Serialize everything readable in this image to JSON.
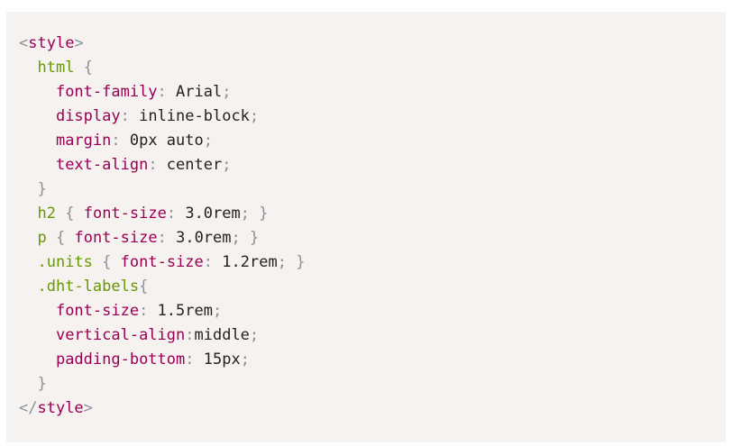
{
  "colors": {
    "page_background": "#ffffff",
    "code_background": "#f5f2f0",
    "tag": "#990055",
    "selector": "#669900",
    "property": "#990055",
    "punct": "#8a9199",
    "plain": "#222222"
  },
  "code": {
    "language": "css",
    "lines": [
      [
        {
          "t": "punct",
          "s": "<"
        },
        {
          "t": "tag",
          "s": "style"
        },
        {
          "t": "punct",
          "s": ">"
        }
      ],
      [
        {
          "t": "plain",
          "s": "  "
        },
        {
          "t": "selector",
          "s": "html"
        },
        {
          "t": "plain",
          "s": " "
        },
        {
          "t": "punct",
          "s": "{"
        }
      ],
      [
        {
          "t": "plain",
          "s": "    "
        },
        {
          "t": "property",
          "s": "font-family"
        },
        {
          "t": "punct",
          "s": ":"
        },
        {
          "t": "plain",
          "s": " Arial"
        },
        {
          "t": "punct",
          "s": ";"
        }
      ],
      [
        {
          "t": "plain",
          "s": "    "
        },
        {
          "t": "property",
          "s": "display"
        },
        {
          "t": "punct",
          "s": ":"
        },
        {
          "t": "plain",
          "s": " inline-block"
        },
        {
          "t": "punct",
          "s": ";"
        }
      ],
      [
        {
          "t": "plain",
          "s": "    "
        },
        {
          "t": "property",
          "s": "margin"
        },
        {
          "t": "punct",
          "s": ":"
        },
        {
          "t": "plain",
          "s": " 0px auto"
        },
        {
          "t": "punct",
          "s": ";"
        }
      ],
      [
        {
          "t": "plain",
          "s": "    "
        },
        {
          "t": "property",
          "s": "text-align"
        },
        {
          "t": "punct",
          "s": ":"
        },
        {
          "t": "plain",
          "s": " center"
        },
        {
          "t": "punct",
          "s": ";"
        }
      ],
      [
        {
          "t": "plain",
          "s": "  "
        },
        {
          "t": "punct",
          "s": "}"
        }
      ],
      [
        {
          "t": "plain",
          "s": "  "
        },
        {
          "t": "selector",
          "s": "h2"
        },
        {
          "t": "plain",
          "s": " "
        },
        {
          "t": "punct",
          "s": "{"
        },
        {
          "t": "plain",
          "s": " "
        },
        {
          "t": "property",
          "s": "font-size"
        },
        {
          "t": "punct",
          "s": ":"
        },
        {
          "t": "plain",
          "s": " 3.0rem"
        },
        {
          "t": "punct",
          "s": ";"
        },
        {
          "t": "plain",
          "s": " "
        },
        {
          "t": "punct",
          "s": "}"
        }
      ],
      [
        {
          "t": "plain",
          "s": "  "
        },
        {
          "t": "selector",
          "s": "p"
        },
        {
          "t": "plain",
          "s": " "
        },
        {
          "t": "punct",
          "s": "{"
        },
        {
          "t": "plain",
          "s": " "
        },
        {
          "t": "property",
          "s": "font-size"
        },
        {
          "t": "punct",
          "s": ":"
        },
        {
          "t": "plain",
          "s": " 3.0rem"
        },
        {
          "t": "punct",
          "s": ";"
        },
        {
          "t": "plain",
          "s": " "
        },
        {
          "t": "punct",
          "s": "}"
        }
      ],
      [
        {
          "t": "plain",
          "s": "  "
        },
        {
          "t": "selector",
          "s": ".units"
        },
        {
          "t": "plain",
          "s": " "
        },
        {
          "t": "punct",
          "s": "{"
        },
        {
          "t": "plain",
          "s": " "
        },
        {
          "t": "property",
          "s": "font-size"
        },
        {
          "t": "punct",
          "s": ":"
        },
        {
          "t": "plain",
          "s": " 1.2rem"
        },
        {
          "t": "punct",
          "s": ";"
        },
        {
          "t": "plain",
          "s": " "
        },
        {
          "t": "punct",
          "s": "}"
        }
      ],
      [
        {
          "t": "plain",
          "s": "  "
        },
        {
          "t": "selector",
          "s": ".dht-labels"
        },
        {
          "t": "punct",
          "s": "{"
        }
      ],
      [
        {
          "t": "plain",
          "s": "    "
        },
        {
          "t": "property",
          "s": "font-size"
        },
        {
          "t": "punct",
          "s": ":"
        },
        {
          "t": "plain",
          "s": " 1.5rem"
        },
        {
          "t": "punct",
          "s": ";"
        }
      ],
      [
        {
          "t": "plain",
          "s": "    "
        },
        {
          "t": "property",
          "s": "vertical-align"
        },
        {
          "t": "punct",
          "s": ":"
        },
        {
          "t": "plain",
          "s": "middle"
        },
        {
          "t": "punct",
          "s": ";"
        }
      ],
      [
        {
          "t": "plain",
          "s": "    "
        },
        {
          "t": "property",
          "s": "padding-bottom"
        },
        {
          "t": "punct",
          "s": ":"
        },
        {
          "t": "plain",
          "s": " 15px"
        },
        {
          "t": "punct",
          "s": ";"
        }
      ],
      [
        {
          "t": "plain",
          "s": "  "
        },
        {
          "t": "punct",
          "s": "}"
        }
      ],
      [
        {
          "t": "punct",
          "s": "</"
        },
        {
          "t": "tag",
          "s": "style"
        },
        {
          "t": "punct",
          "s": ">"
        }
      ]
    ]
  }
}
